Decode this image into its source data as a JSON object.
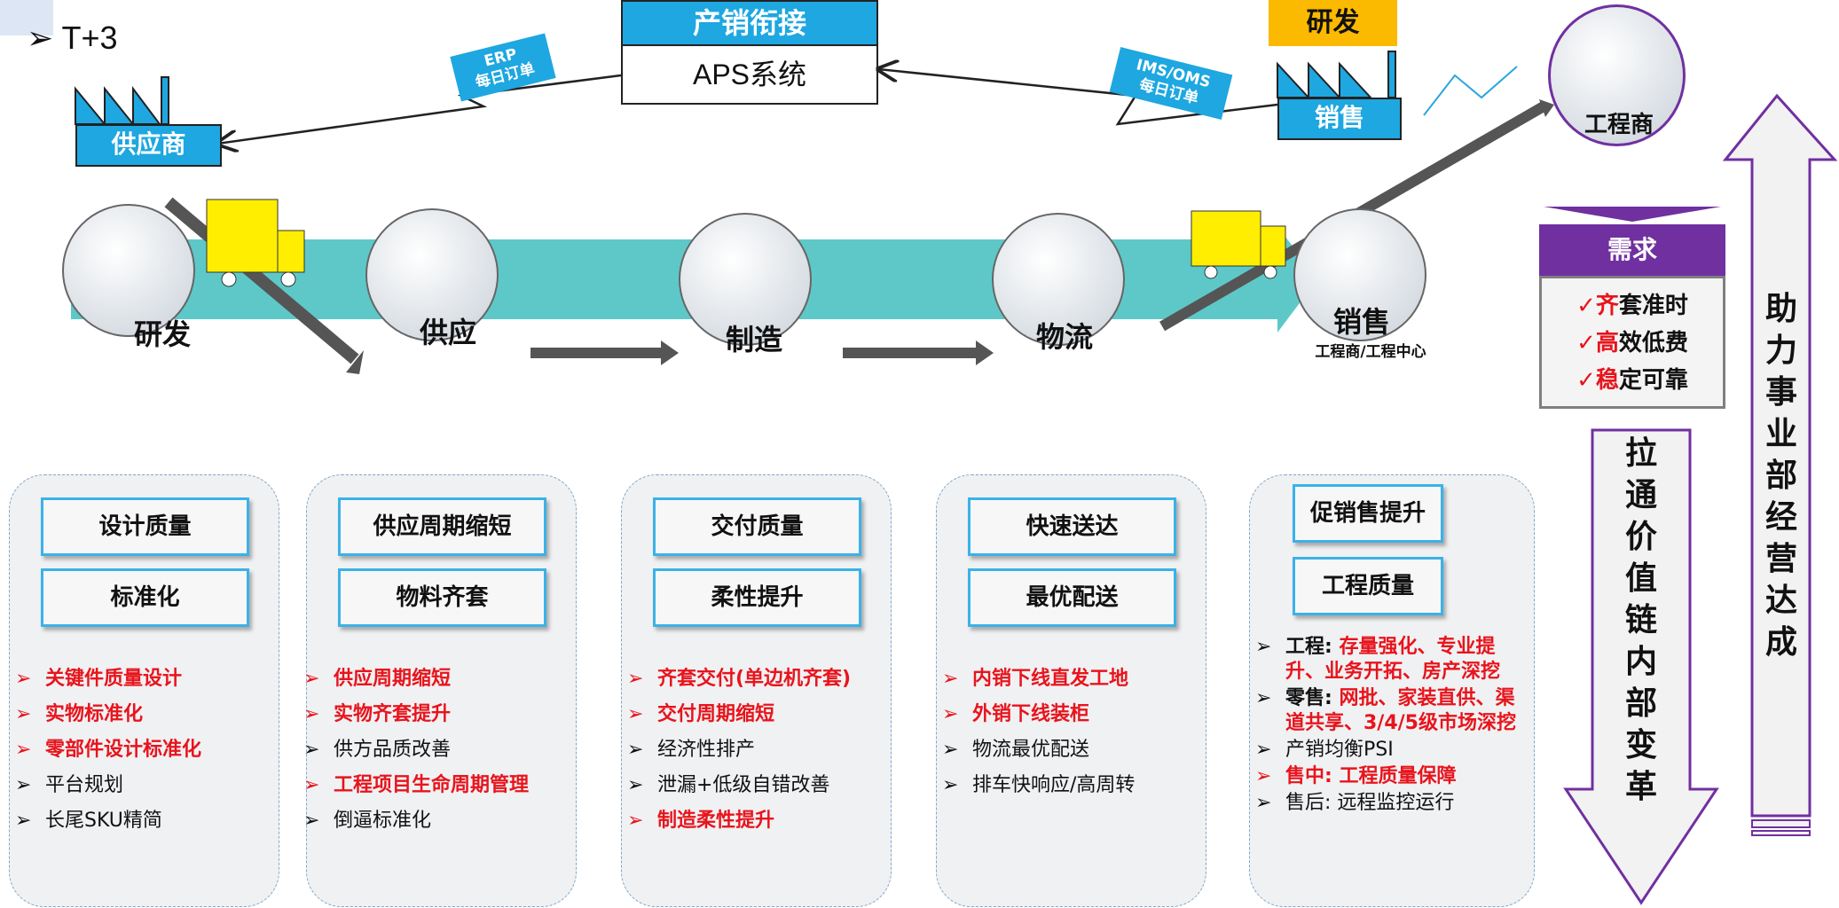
{
  "heading": "T+3",
  "aps": {
    "title": "产销衔接",
    "system": "APS系统"
  },
  "erp_tag": {
    "line1": "ERP",
    "line2": "每日订单"
  },
  "ims_tag": {
    "line1": "IMS/OMS",
    "line2": "每日订单"
  },
  "supplier": "供应商",
  "sales_factory": "销售",
  "rnd_box": "研发",
  "engineer": "工程商",
  "stages": [
    {
      "label": "研发",
      "boxes": [
        "设计质量",
        "标准化"
      ],
      "items": [
        {
          "text": "关键件质量设计",
          "red": true
        },
        {
          "text": "实物标准化",
          "red": true
        },
        {
          "text": "零部件设计标准化",
          "red": true
        },
        {
          "text": "平台规划",
          "red": false
        },
        {
          "text": "长尾SKU精简",
          "red": false
        }
      ]
    },
    {
      "label": "供应",
      "boxes": [
        "供应周期缩短",
        "物料齐套"
      ],
      "items": [
        {
          "text": "供应周期缩短",
          "red": true
        },
        {
          "text": "实物齐套提升",
          "red": true
        },
        {
          "text": "供方品质改善",
          "red": false
        },
        {
          "text": "工程项目生命周期管理",
          "red": true
        },
        {
          "text": "倒逼标准化",
          "red": false
        }
      ]
    },
    {
      "label": "制造",
      "boxes": [
        "交付质量",
        "柔性提升"
      ],
      "items": [
        {
          "text": "齐套交付(单边机齐套)",
          "red": true
        },
        {
          "text": "交付周期缩短",
          "red": true
        },
        {
          "text": "经济性排产",
          "red": false
        },
        {
          "text": "泄漏+低级自错改善",
          "red": false
        },
        {
          "text": "制造柔性提升",
          "red": true
        }
      ]
    },
    {
      "label": "物流",
      "boxes": [
        "快速送达",
        "最优配送"
      ],
      "items": [
        {
          "text": "内销下线直发工地",
          "red": true
        },
        {
          "text": "外销下线装柜",
          "red": true
        },
        {
          "text": "物流最优配送",
          "red": false
        },
        {
          "text": "排车快响应/高周转",
          "red": false
        }
      ]
    },
    {
      "label": "销售",
      "sublabel": "工程商/工程中心",
      "boxes": [
        "促销售提升",
        "工程质量"
      ],
      "items": [
        {
          "key": "工程: ",
          "value": "存量强化、专业提升、业务开拓、房产深挖"
        },
        {
          "key": "零售: ",
          "value": "网批、家装直供、渠道共享、3/4/5级市场深挖"
        },
        {
          "text": "产销均衡PSI",
          "red": false
        },
        {
          "text": "售中: 工程质量保障",
          "red": true
        },
        {
          "text": "售后: 远程监控运行",
          "red": false
        }
      ]
    }
  ],
  "demand": {
    "title": "需求",
    "items": [
      {
        "check": "✓",
        "first": "齐",
        "rest": "套准时"
      },
      {
        "check": "✓",
        "first": "高",
        "rest": "效低费"
      },
      {
        "check": "✓",
        "first": "稳",
        "rest": "定可靠"
      }
    ]
  },
  "down_arrow_text": "拉通价值链内部变革",
  "up_arrow_text": "助力事业部经营达成",
  "colors": {
    "blue": "#1ea7e0",
    "teal": "#5ec8c8",
    "purple": "#7030a0",
    "red": "#e8141c",
    "orange": "#fbb900",
    "truck": "#ffee00"
  }
}
